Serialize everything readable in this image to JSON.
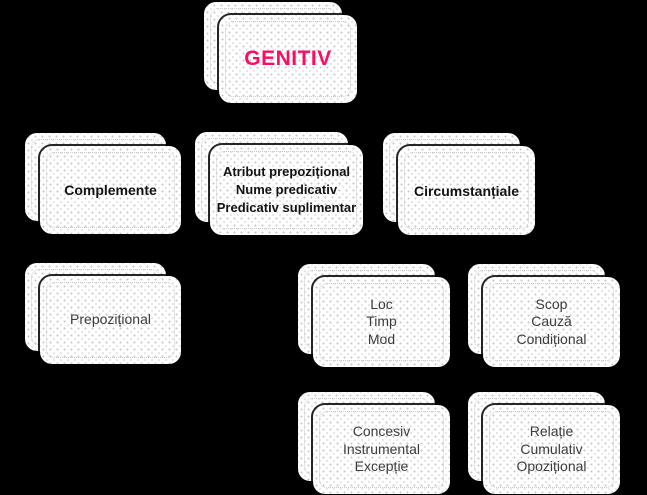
{
  "colors": {
    "background": "#000000",
    "card_fill": "#ffffff",
    "card_dot_texture": "#c2c2c2",
    "title_text": "#fb0d63",
    "bold_text": "#121212",
    "regular_text": "#3c3c3c"
  },
  "diagram": {
    "type": "hierarchy",
    "nodes": [
      {
        "id": "genitiv",
        "level": 1,
        "emphasis": "title",
        "lines": [
          "GENITIV"
        ]
      },
      {
        "id": "complemente",
        "level": 2,
        "emphasis": "bold",
        "lines": [
          "Complemente"
        ]
      },
      {
        "id": "atribut-group",
        "level": 2,
        "emphasis": "bold",
        "lines": [
          "Atribut prepozițional",
          "Nume predicativ",
          "Predicativ suplimentar"
        ]
      },
      {
        "id": "circumstantiale",
        "level": 2,
        "emphasis": "bold",
        "lines": [
          "Circumstanțiale"
        ]
      },
      {
        "id": "prepozitional",
        "level": 3,
        "emphasis": "regular",
        "lines": [
          "Prepozițional"
        ]
      },
      {
        "id": "loc-timp-mod",
        "level": 3,
        "emphasis": "regular",
        "lines": [
          "Loc",
          "Timp",
          "Mod"
        ]
      },
      {
        "id": "scop-cauza-conditional",
        "level": 3,
        "emphasis": "regular",
        "lines": [
          "Scop",
          "Cauză",
          "Condițional"
        ]
      },
      {
        "id": "concesiv-instrumental-exceptie",
        "level": 3,
        "emphasis": "regular",
        "lines": [
          "Concesiv",
          "Instrumental",
          "Excepție"
        ]
      },
      {
        "id": "relatie-cumulativ-opozitional",
        "level": 3,
        "emphasis": "regular",
        "lines": [
          "Relație",
          "Cumulativ",
          "Opozițional"
        ]
      }
    ]
  }
}
